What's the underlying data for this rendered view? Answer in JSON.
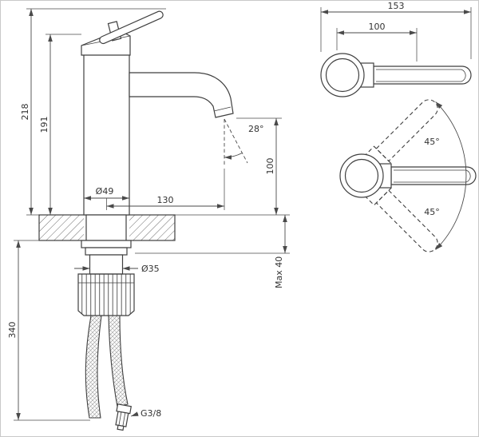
{
  "page": {
    "background": "#ffffff",
    "border_color": "#c9c9c9",
    "line_color": "#3f3f3f",
    "dim_color": "#4a4a4a"
  },
  "side_view": {
    "dims": {
      "total_height": "218",
      "body_height": "191",
      "hose_length": "340",
      "base_diameter": "Ø49",
      "spout_reach": "130",
      "stream_angle": "28°",
      "spout_height": "100",
      "shank_diameter": "Ø35",
      "max_deck_thickness": "Max 40",
      "thread_size": "G3/8"
    }
  },
  "top_view": {
    "dims": {
      "total_length": "153",
      "handle_length": "100",
      "swivel_angle_up": "45°",
      "swivel_angle_down": "45°"
    }
  }
}
